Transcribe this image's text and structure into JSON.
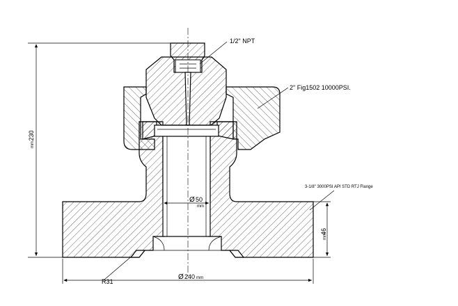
{
  "labels": {
    "npt": "1/2\" NPT",
    "union": "2\" Fig1502 10000PSI.",
    "flange": "3-1/8\" 3000PSI API STD RTJ Flange",
    "radius": "R31"
  },
  "dimensions": {
    "height": {
      "value": "230",
      "unit": "mm"
    },
    "bore": {
      "prefix": "Ø",
      "value": "50",
      "unit": "mm"
    },
    "flange_thickness": {
      "value": "46",
      "unit": "mm"
    },
    "flange_diameter": {
      "prefix": "Ø",
      "value": "240",
      "unit": "mm"
    }
  }
}
